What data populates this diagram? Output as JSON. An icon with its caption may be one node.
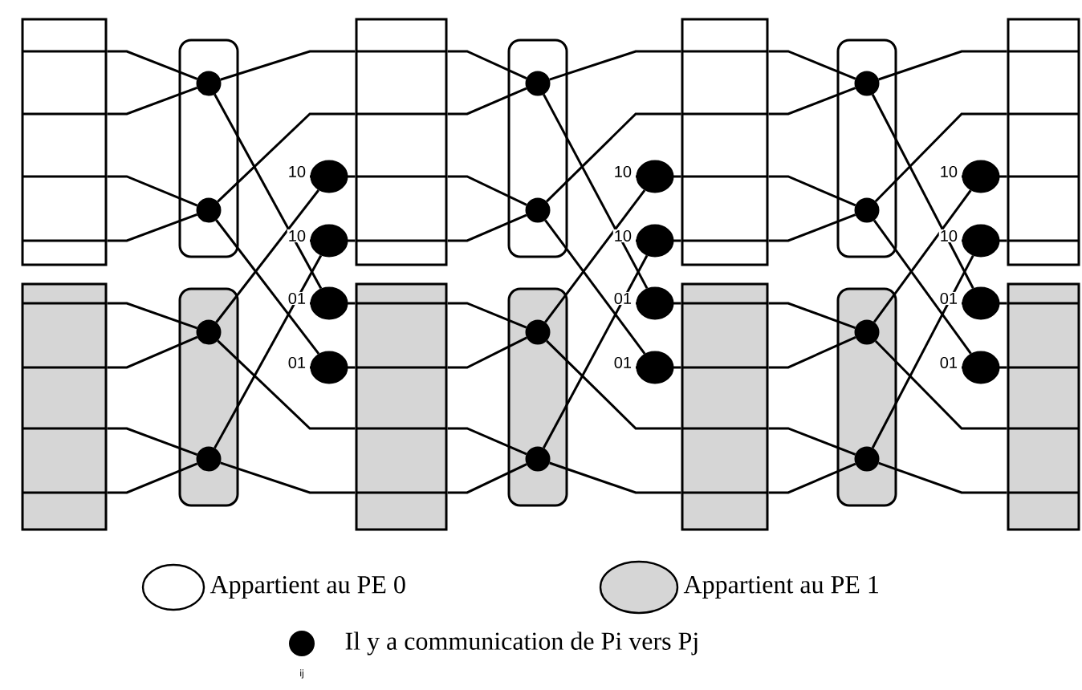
{
  "diagram": {
    "nodes": [
      {
        "text": [],
        "shape": "box"
      },
      {
        "text": [],
        "shape": "box"
      },
      {
        "text": [],
        "shape": "box"
      },
      {
        "text": [],
        "shape": "circle",
        "in": 2
      },
      {
        "text": [],
        "shape": "circle",
        "in": 2
      },
      {
        "text": [],
        "shape": "box"
      },
      {
        "text": [],
        "shape": "circle",
        "in": 5
      },
      {
        "text": [],
        "shape": "circle",
        "in": 5
      },
      {
        "text": [],
        "shape": "circle",
        "beside": [
          "10"
        ]
      },
      {
        "text": [],
        "shape": "circle",
        "beside": [
          "10"
        ]
      },
      {
        "text": [],
        "shape": "circle",
        "beside": [
          "01"
        ]
      },
      {
        "text": [],
        "shape": "circle",
        "beside": [
          "01"
        ]
      },
      {
        "text": [],
        "shape": "box"
      },
      {
        "text": [],
        "shape": "box"
      },
      {
        "text": [],
        "shape": "box"
      },
      {
        "text": [],
        "shape": "circle",
        "in": 14
      },
      {
        "text": [],
        "shape": "circle",
        "in": 14
      },
      {
        "text": [],
        "shape": "box"
      },
      {
        "text": [],
        "shape": "circle",
        "in": 17
      },
      {
        "text": [],
        "shape": "circle",
        "in": 17
      },
      {
        "text": [],
        "shape": "circle",
        "beside": [
          "10"
        ]
      },
      {
        "text": [],
        "shape": "circle",
        "beside": [
          "10"
        ]
      },
      {
        "text": [],
        "shape": "circle",
        "beside": [
          "01"
        ]
      },
      {
        "text": [],
        "shape": "circle",
        "beside": [
          "01"
        ]
      },
      {
        "text": [],
        "shape": "box"
      },
      {
        "text": [],
        "shape": "box"
      },
      {
        "text": [],
        "shape": "box"
      },
      {
        "text": [],
        "shape": "circle",
        "in": 26
      },
      {
        "text": [],
        "shape": "circle",
        "in": 26
      },
      {
        "text": [],
        "shape": "box"
      },
      {
        "text": [],
        "shape": "circle",
        "in": 29
      },
      {
        "text": [],
        "shape": "circle",
        "in": 29
      },
      {
        "text": [],
        "shape": "circle",
        "beside": [
          "10"
        ]
      },
      {
        "text": [],
        "shape": "circle",
        "beside": [
          "10"
        ]
      },
      {
        "text": [],
        "shape": "circle",
        "beside": [
          "01"
        ]
      },
      {
        "text": [],
        "shape": "circle",
        "beside": [
          "01"
        ]
      },
      {
        "text": [],
        "shape": "box"
      },
      {
        "text": [],
        "shape": "box"
      }
    ],
    "edges": [
      {
        "from": 0,
        "to": 3,
        "arrow": "none"
      },
      {
        "from": 0,
        "to": 3,
        "arrow": "none"
      },
      {
        "from": 0,
        "to": 4,
        "arrow": "none"
      },
      {
        "from": 0,
        "to": 4,
        "arrow": "none"
      },
      {
        "from": 1,
        "to": 6,
        "arrow": "none"
      },
      {
        "from": 1,
        "to": 6,
        "arrow": "none"
      },
      {
        "from": 1,
        "to": 7,
        "arrow": "none"
      },
      {
        "from": 1,
        "to": 7,
        "arrow": "none"
      },
      {
        "from": 3,
        "to": 12,
        "arrow": "none"
      },
      {
        "from": 3,
        "to": 10,
        "arrow": "none"
      },
      {
        "from": 10,
        "to": 13,
        "arrow": "none"
      },
      {
        "from": 4,
        "to": 12,
        "arrow": "none"
      },
      {
        "from": 4,
        "to": 11,
        "arrow": "none"
      },
      {
        "from": 11,
        "to": 13,
        "arrow": "none"
      },
      {
        "from": 6,
        "to": 8,
        "arrow": "none"
      },
      {
        "from": 8,
        "to": 12,
        "arrow": "none"
      },
      {
        "from": 6,
        "to": 13,
        "arrow": "none"
      },
      {
        "from": 7,
        "to": 9,
        "arrow": "none"
      },
      {
        "from": 9,
        "to": 12,
        "arrow": "none"
      },
      {
        "from": 7,
        "to": 13,
        "arrow": "none"
      },
      {
        "from": 12,
        "to": 15,
        "arrow": "none"
      },
      {
        "from": 12,
        "to": 15,
        "arrow": "none"
      },
      {
        "from": 12,
        "to": 16,
        "arrow": "none"
      },
      {
        "from": 12,
        "to": 16,
        "arrow": "none"
      },
      {
        "from": 13,
        "to": 18,
        "arrow": "none"
      },
      {
        "from": 13,
        "to": 18,
        "arrow": "none"
      },
      {
        "from": 13,
        "to": 19,
        "arrow": "none"
      },
      {
        "from": 13,
        "to": 19,
        "arrow": "none"
      },
      {
        "from": 15,
        "to": 24,
        "arrow": "none"
      },
      {
        "from": 15,
        "to": 22,
        "arrow": "none"
      },
      {
        "from": 22,
        "to": 25,
        "arrow": "none"
      },
      {
        "from": 16,
        "to": 24,
        "arrow": "none"
      },
      {
        "from": 16,
        "to": 23,
        "arrow": "none"
      },
      {
        "from": 23,
        "to": 25,
        "arrow": "none"
      },
      {
        "from": 18,
        "to": 20,
        "arrow": "none"
      },
      {
        "from": 20,
        "to": 24,
        "arrow": "none"
      },
      {
        "from": 18,
        "to": 25,
        "arrow": "none"
      },
      {
        "from": 19,
        "to": 21,
        "arrow": "none"
      },
      {
        "from": 21,
        "to": 24,
        "arrow": "none"
      },
      {
        "from": 19,
        "to": 25,
        "arrow": "none"
      },
      {
        "from": 24,
        "to": 27,
        "arrow": "none"
      },
      {
        "from": 24,
        "to": 27,
        "arrow": "none"
      },
      {
        "from": 24,
        "to": 28,
        "arrow": "none"
      },
      {
        "from": 24,
        "to": 28,
        "arrow": "none"
      },
      {
        "from": 25,
        "to": 30,
        "arrow": "none"
      },
      {
        "from": 25,
        "to": 30,
        "arrow": "none"
      },
      {
        "from": 25,
        "to": 31,
        "arrow": "none"
      },
      {
        "from": 25,
        "to": 31,
        "arrow": "none"
      },
      {
        "from": 27,
        "to": 36,
        "arrow": "none"
      },
      {
        "from": 27,
        "to": 34,
        "arrow": "none"
      },
      {
        "from": 34,
        "to": 37,
        "arrow": "none"
      },
      {
        "from": 28,
        "to": 36,
        "arrow": "none"
      },
      {
        "from": 28,
        "to": 35,
        "arrow": "none"
      },
      {
        "from": 35,
        "to": 37,
        "arrow": "none"
      },
      {
        "from": 30,
        "to": 32,
        "arrow": "none"
      },
      {
        "from": 32,
        "to": 36,
        "arrow": "none"
      },
      {
        "from": 30,
        "to": 37,
        "arrow": "none"
      },
      {
        "from": 31,
        "to": 33,
        "arrow": "none"
      },
      {
        "from": 33,
        "to": 36,
        "arrow": "none"
      },
      {
        "from": 31,
        "to": 37,
        "arrow": "none"
      }
    ],
    "labels": [
      "ij"
    ],
    "legend": [
      {
        "text": "Appartient au PE 0"
      },
      {
        "text": "Appartient au PE 1",
        "color": "#d6d6d6"
      },
      {
        "text": "Il y a communication de Pi vers Pj"
      }
    ]
  }
}
